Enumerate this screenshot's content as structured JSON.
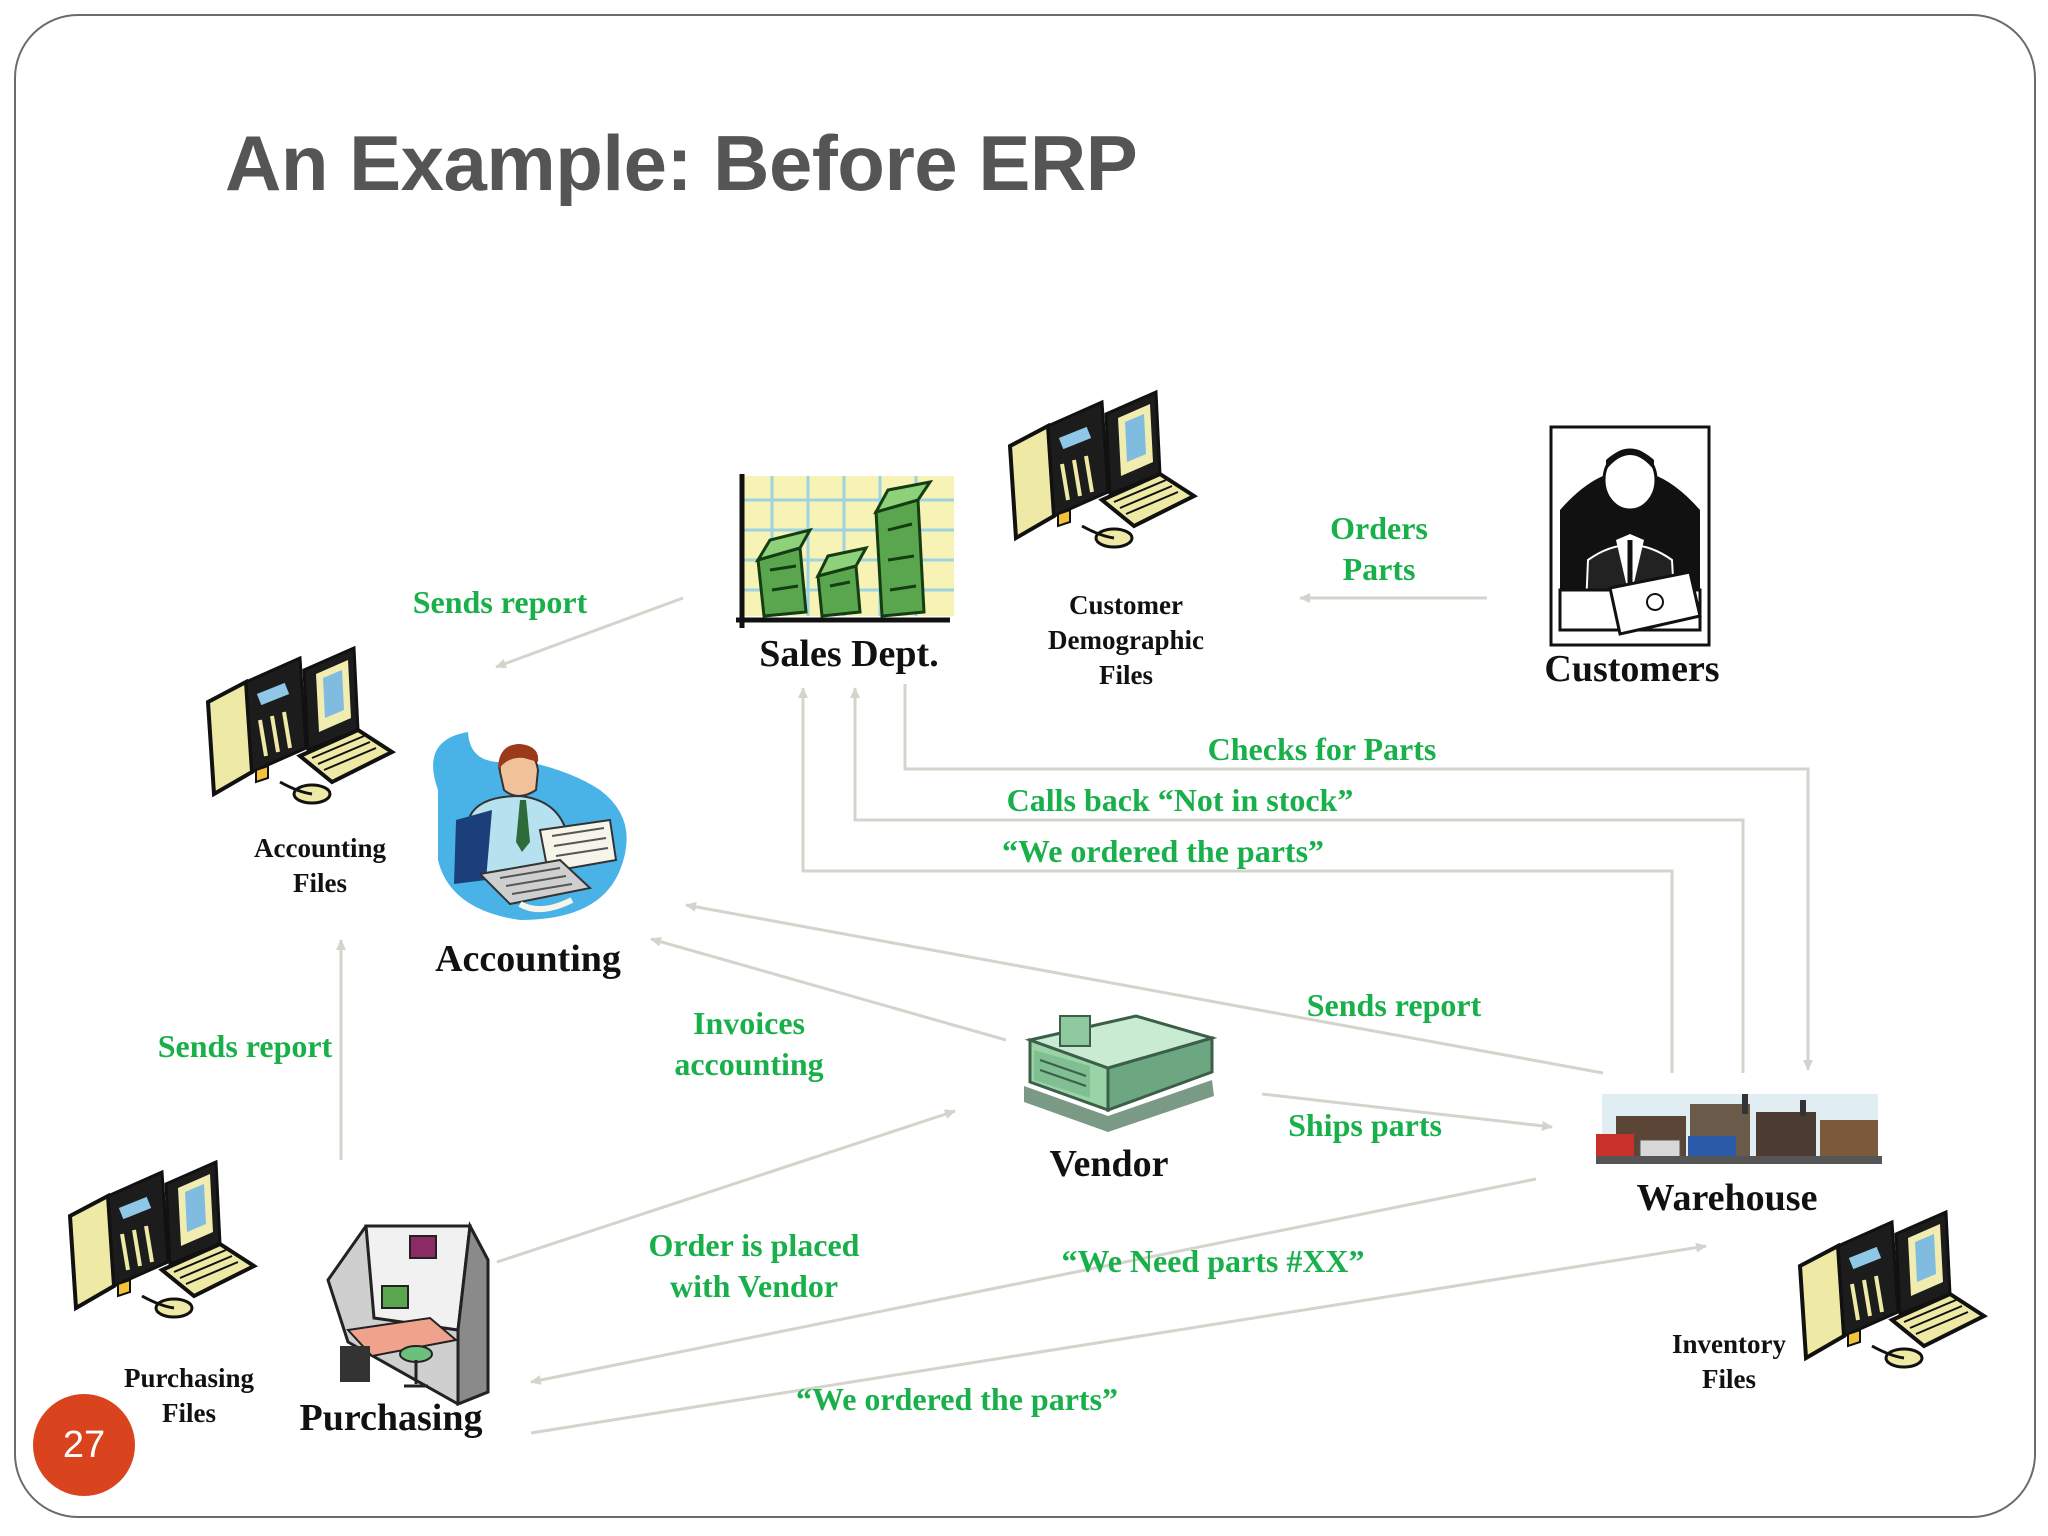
{
  "slide": {
    "title": "An Example: Before ERP",
    "page_number": "27"
  },
  "nodes": {
    "sales": "Sales Dept.",
    "customer_files": [
      "Customer",
      "Demographic",
      "Files"
    ],
    "customers": "Customers",
    "accounting_files": [
      "Accounting",
      "Files"
    ],
    "accounting": "Accounting",
    "vendor": "Vendor",
    "warehouse": "Warehouse",
    "inventory_files": [
      "Inventory",
      "Files"
    ],
    "purchasing_files": [
      "Purchasing",
      "Files"
    ],
    "purchasing": "Purchasing"
  },
  "flows": {
    "sends_report_sales": "Sends report",
    "orders_parts": [
      "Orders",
      "Parts"
    ],
    "checks_for_parts": "Checks for Parts",
    "calls_back": "Calls back  “Not in stock”",
    "we_ordered_top": "“We ordered the parts”",
    "sends_report_warehouse": "Sends report",
    "invoices_accounting": [
      "Invoices",
      "accounting"
    ],
    "sends_report_purchasing": "Sends report",
    "ships_parts": "Ships parts",
    "order_placed": [
      "Order is placed",
      "with Vendor"
    ],
    "we_need_parts": "“We Need parts #XX”",
    "we_ordered_bottom": "“We ordered the parts”"
  },
  "colors": {
    "flow_text": "#19b04b",
    "arrow": "#d4d4cc",
    "title": "#555555",
    "page_badge": "#d9441e"
  },
  "icons": {
    "computer": "computer-icon",
    "sales_chart": "money-bar-chart-icon",
    "customer": "businessman-with-money-icon",
    "accountant": "accountant-at-desk-icon",
    "vendor": "factory-building-icon",
    "warehouse": "industrial-warehouse-icon",
    "purchasing": "office-cubicle-icon"
  }
}
